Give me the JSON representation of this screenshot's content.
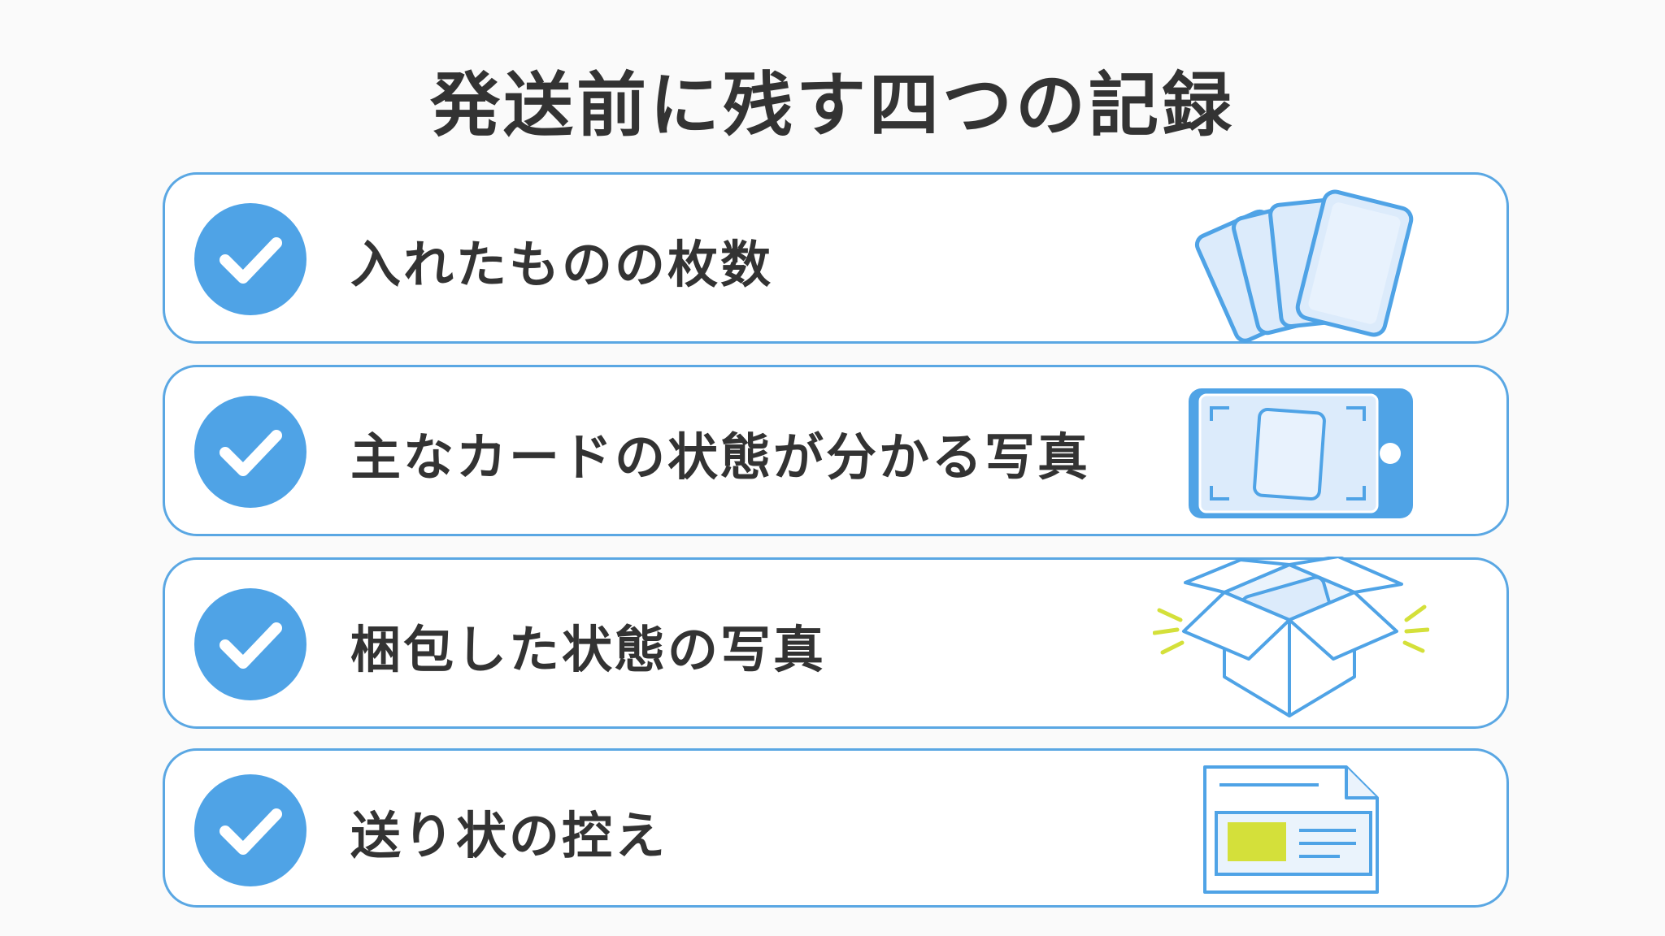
{
  "title": "発送前に残す四つの記録",
  "items": [
    {
      "label": "入れたものの枚数",
      "icon": "card-stack-icon"
    },
    {
      "label": "主なカードの状態が分かる写真",
      "icon": "phone-camera-icon"
    },
    {
      "label": "梱包した状態の写真",
      "icon": "open-box-icon"
    },
    {
      "label": "送り状の控え",
      "icon": "shipping-label-icon"
    }
  ],
  "colors": {
    "accent_blue": "#4fa3e6",
    "border_blue": "#5aa7e3",
    "card_fill": "#dcebfb",
    "highlight_yellow": "#d4e03a",
    "text": "#333333"
  }
}
